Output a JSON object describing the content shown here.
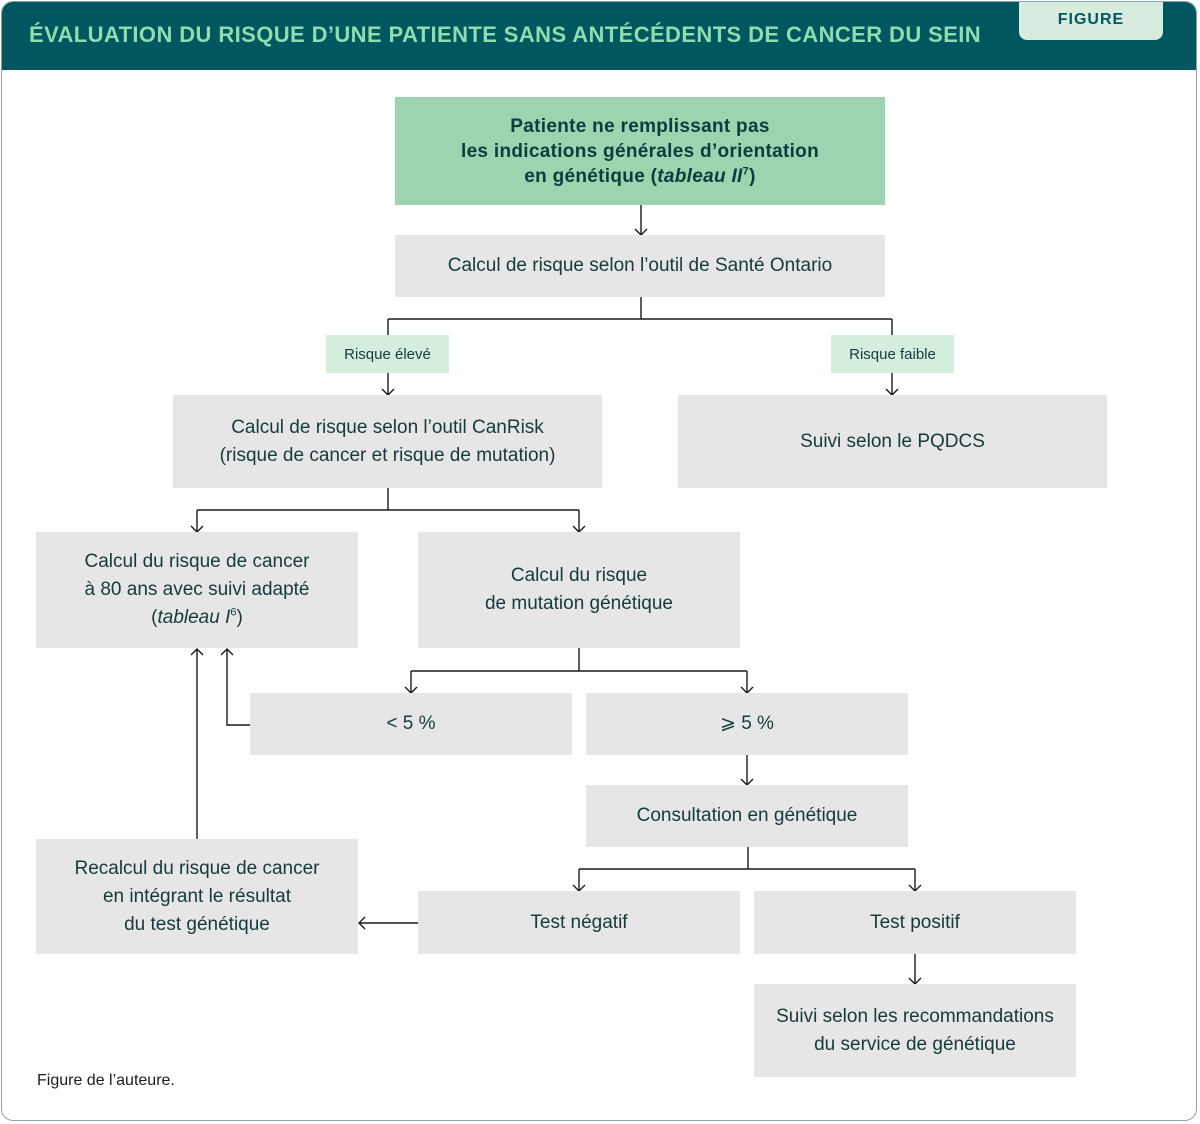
{
  "header": {
    "title": "ÉVALUATION DU RISQUE D’UNE PATIENTE SANS ANTÉCÉDENTS DE CANCER DU SEIN",
    "tab_label": "FIGURE"
  },
  "colors": {
    "header_bg": "#01575f",
    "title_text": "#8fdcae",
    "start_node": "#9dd3ae",
    "tag_bg": "#d4eede",
    "node_bg": "#e6e6e6"
  },
  "nodes": {
    "start": {
      "line1": "Patiente ne remplissant pas",
      "line2": "les indications générales d’orientation",
      "line3_prefix": "en génétique (",
      "line3_italic": "tableau II",
      "line3_sup": "7",
      "line3_suffix": ")"
    },
    "sante_ontario": "Calcul de risque selon l’outil de Santé Ontario",
    "canrisk": {
      "line1": "Calcul de risque selon l’outil CanRisk",
      "line2": "(risque de cancer et risque de mutation)"
    },
    "pqdcs": "Suivi selon le PQDCS",
    "cancer_80": {
      "line1": "Calcul du risque de cancer",
      "line2": "à 80 ans avec suivi adapté",
      "line3_prefix": "(",
      "line3_italic": "tableau I",
      "line3_sup": "6",
      "line3_suffix": ")"
    },
    "mutation": {
      "line1": "Calcul du risque",
      "line2": "de mutation génétique"
    },
    "lt5": "< 5 %",
    "ge5": "⩾ 5 %",
    "consultation": "Consultation en génétique",
    "recalcul": {
      "line1": "Recalcul du risque de cancer",
      "line2": "en intégrant le résultat",
      "line3": "du test génétique"
    },
    "test_negatif": "Test négatif",
    "test_positif": "Test positif",
    "suivi_genetique": {
      "line1": "Suivi selon les recommandations",
      "line2": "du service de génétique"
    }
  },
  "tags": {
    "risque_eleve": "Risque élevé",
    "risque_faible": "Risque faible"
  },
  "footnote": "Figure de l’auteure."
}
